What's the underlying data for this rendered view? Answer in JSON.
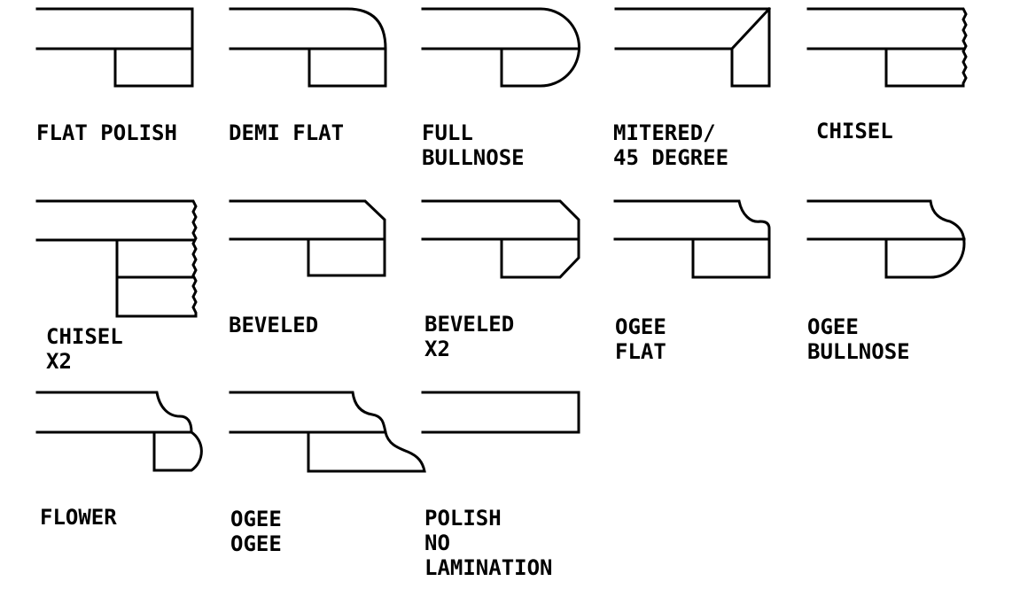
{
  "edge_profiles": [
    {
      "id": "flat-polish",
      "lines": [
        "FLAT POLISH"
      ]
    },
    {
      "id": "demi-flat",
      "lines": [
        "DEMI FLAT"
      ]
    },
    {
      "id": "full-bullnose",
      "lines": [
        "FULL",
        "BULLNOSE"
      ]
    },
    {
      "id": "mitered-45",
      "lines": [
        "MITERED/",
        "45 DEGREE"
      ]
    },
    {
      "id": "chisel",
      "lines": [
        "CHISEL"
      ]
    },
    {
      "id": "chisel-x2",
      "lines": [
        "CHISEL",
        "X2"
      ]
    },
    {
      "id": "beveled",
      "lines": [
        "BEVELED"
      ]
    },
    {
      "id": "beveled-x2",
      "lines": [
        "BEVELED",
        "X2"
      ]
    },
    {
      "id": "ogee-flat",
      "lines": [
        "OGEE",
        "FLAT"
      ]
    },
    {
      "id": "ogee-bullnose",
      "lines": [
        "OGEE",
        "BULLNOSE"
      ]
    },
    {
      "id": "flower",
      "lines": [
        "FLOWER"
      ]
    },
    {
      "id": "ogee-ogee",
      "lines": [
        "OGEE",
        "OGEE"
      ]
    },
    {
      "id": "polish-no-lamination",
      "lines": [
        "POLISH",
        "NO",
        "LAMINATION"
      ]
    }
  ]
}
